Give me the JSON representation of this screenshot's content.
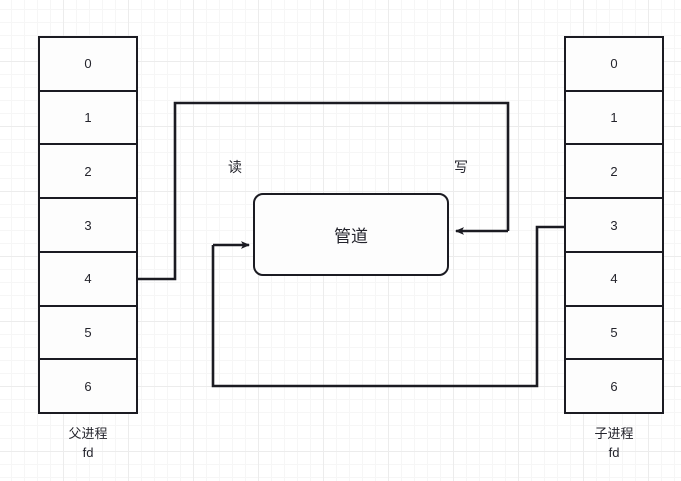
{
  "diagram": {
    "title": "管道 (pipe) between parent and child process fd tables",
    "background": "grid-paper",
    "colors": {
      "stroke": "#1b1b22",
      "fill": "#fdfdfd",
      "text": "#24242c",
      "grid_minor": "#f6f6f6",
      "grid_major": "#ececec",
      "page": "#ffffff"
    }
  },
  "parent_table": {
    "caption": "父进程\nfd",
    "rows": [
      "0",
      "1",
      "2",
      "3",
      "4",
      "5",
      "6"
    ],
    "connected_row": "4"
  },
  "child_table": {
    "caption": "子进程\nfd",
    "rows": [
      "0",
      "1",
      "2",
      "3",
      "4",
      "5",
      "6"
    ],
    "connected_rows": [
      "3",
      "6"
    ]
  },
  "pipe": {
    "label": "管道"
  },
  "edge_labels": {
    "read": "读",
    "write": "写"
  },
  "connections": [
    {
      "name": "parent-fd4-to-pipe-read",
      "from": "父进程 fd 4",
      "to": "管道 (读)",
      "label": "读",
      "arrow": "into-pipe-left"
    },
    {
      "name": "child-fd3-to-pipe-write",
      "from": "子进程 fd 3",
      "to": "管道 (写)",
      "label": "写",
      "arrow": "into-pipe-right"
    },
    {
      "name": "child-fd6-to-pipe-read",
      "from": "子进程 fd 6",
      "to": "管道 (读)",
      "label": "读",
      "arrow": "into-pipe-left"
    }
  ]
}
